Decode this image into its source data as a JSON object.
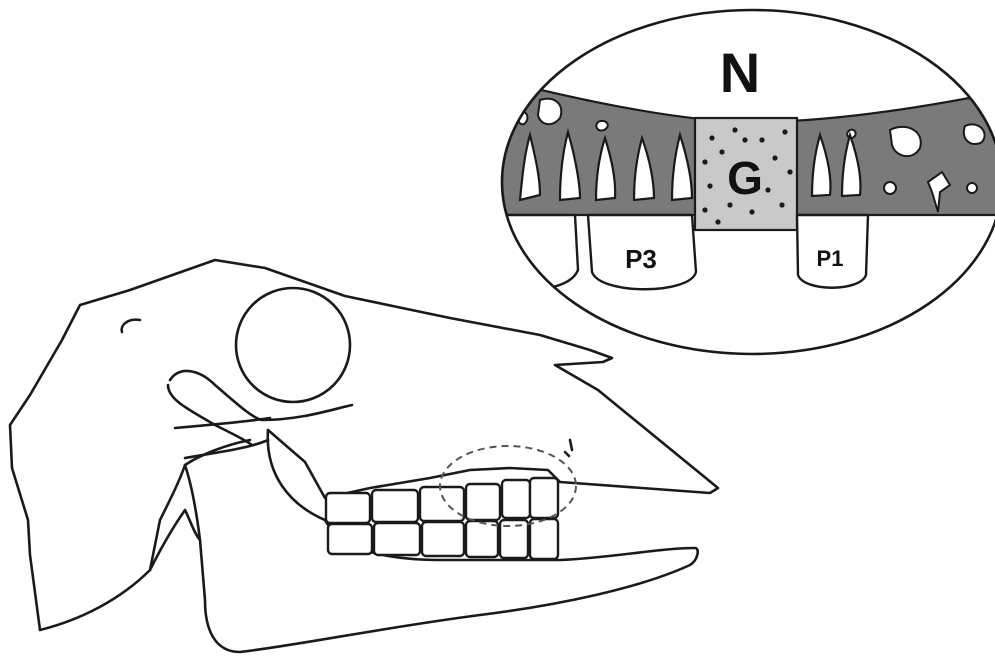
{
  "figure": {
    "labels": {
      "nasal": "N",
      "gap": "G",
      "premolar_3": "P3",
      "premolar_1": "P1"
    },
    "colors": {
      "bone": "#7a7a7a",
      "gap_fill": "#c9c9c9",
      "line": "#1a1a1a",
      "gap_label": "#ffffff",
      "background": "#ffffff"
    }
  }
}
